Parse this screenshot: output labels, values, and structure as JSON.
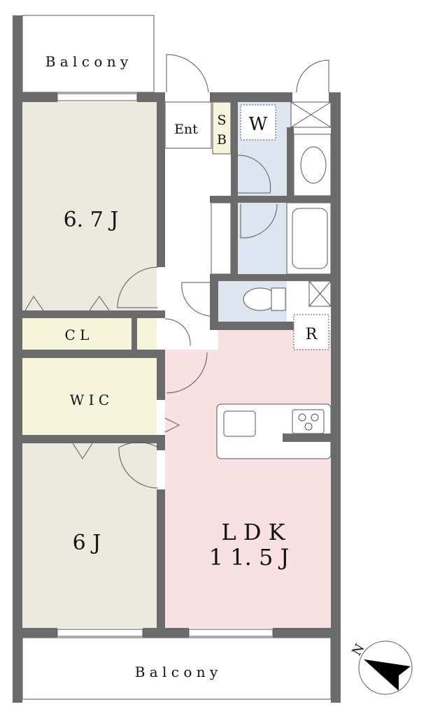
{
  "plan": {
    "balcony_top": "B a l c o n y",
    "balcony_bottom": "B a l c o n y",
    "room_67": "6. 7 J",
    "closet": "C L",
    "wic": "W I C",
    "room_6": "6 J",
    "entrance": "Ent",
    "shoe_box_s": "S",
    "shoe_box_b": "B",
    "washer": "W",
    "fridge": "R",
    "ldk": "L D K",
    "ldk_size": "1 1. 5 J",
    "north": "N"
  },
  "colors": {
    "wall": "#6b6b6b",
    "bedroom": "#ece9df",
    "storage": "#f6f5dc",
    "wet_area": "#dde5f1",
    "ldk": "#f9e1e3"
  }
}
